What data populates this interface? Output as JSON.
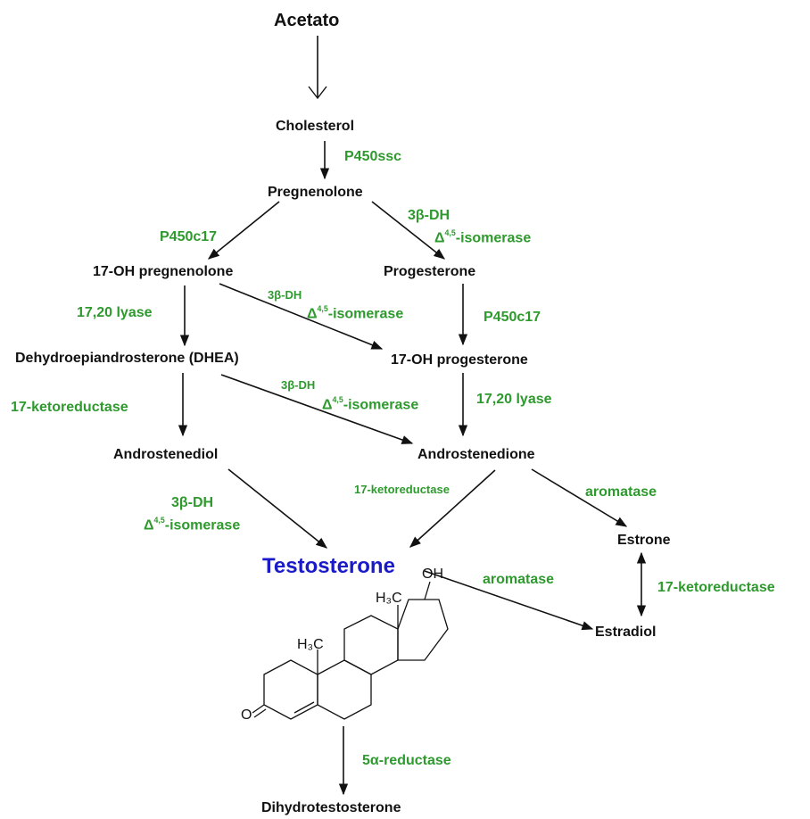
{
  "nodes": {
    "acetato": "Acetato",
    "cholesterol": "Cholesterol",
    "pregnenolone": "Pregnenolone",
    "oh17_pregnenolone": "17-OH pregnenolone",
    "progesterone": "Progesterone",
    "dhea": "Dehydroepiandrosterone (DHEA)",
    "oh17_progesterone": "17-OH progesterone",
    "androstenediol": "Androstenediol",
    "androstenedione": "Androstenedione",
    "testosterone": "Testosterone",
    "estrone": "Estrone",
    "estradiol": "Estradiol",
    "dihydrotestosterone": "Dihydrotestosterone"
  },
  "enzymes": {
    "p450ssc": "P450ssc",
    "p450c17_left": "P450c17",
    "p450c17_right": "P450c17",
    "dh3b": "3β-DH",
    "isomerase_sup": "4,5",
    "isomerase_text": "-isomerase",
    "delta": "Δ",
    "lyase_left": "17,20 lyase",
    "lyase_right": "17,20 lyase",
    "ketoreductase_left": "17-ketoreductase",
    "ketoreductase_mid": "17-ketoreductase",
    "ketoreductase_right": "17-ketoreductase",
    "aromatase_top": "aromatase",
    "aromatase_bottom": "aromatase",
    "reductase_5a": "5α-reductase"
  },
  "structure": {
    "oh": "OH",
    "h3c_top": "H₃C",
    "h3c_left": "H₃C",
    "o": "O"
  },
  "colors": {
    "enzyme": "#2e9a2e",
    "testosterone": "#1a1ac8",
    "text": "#111111"
  }
}
